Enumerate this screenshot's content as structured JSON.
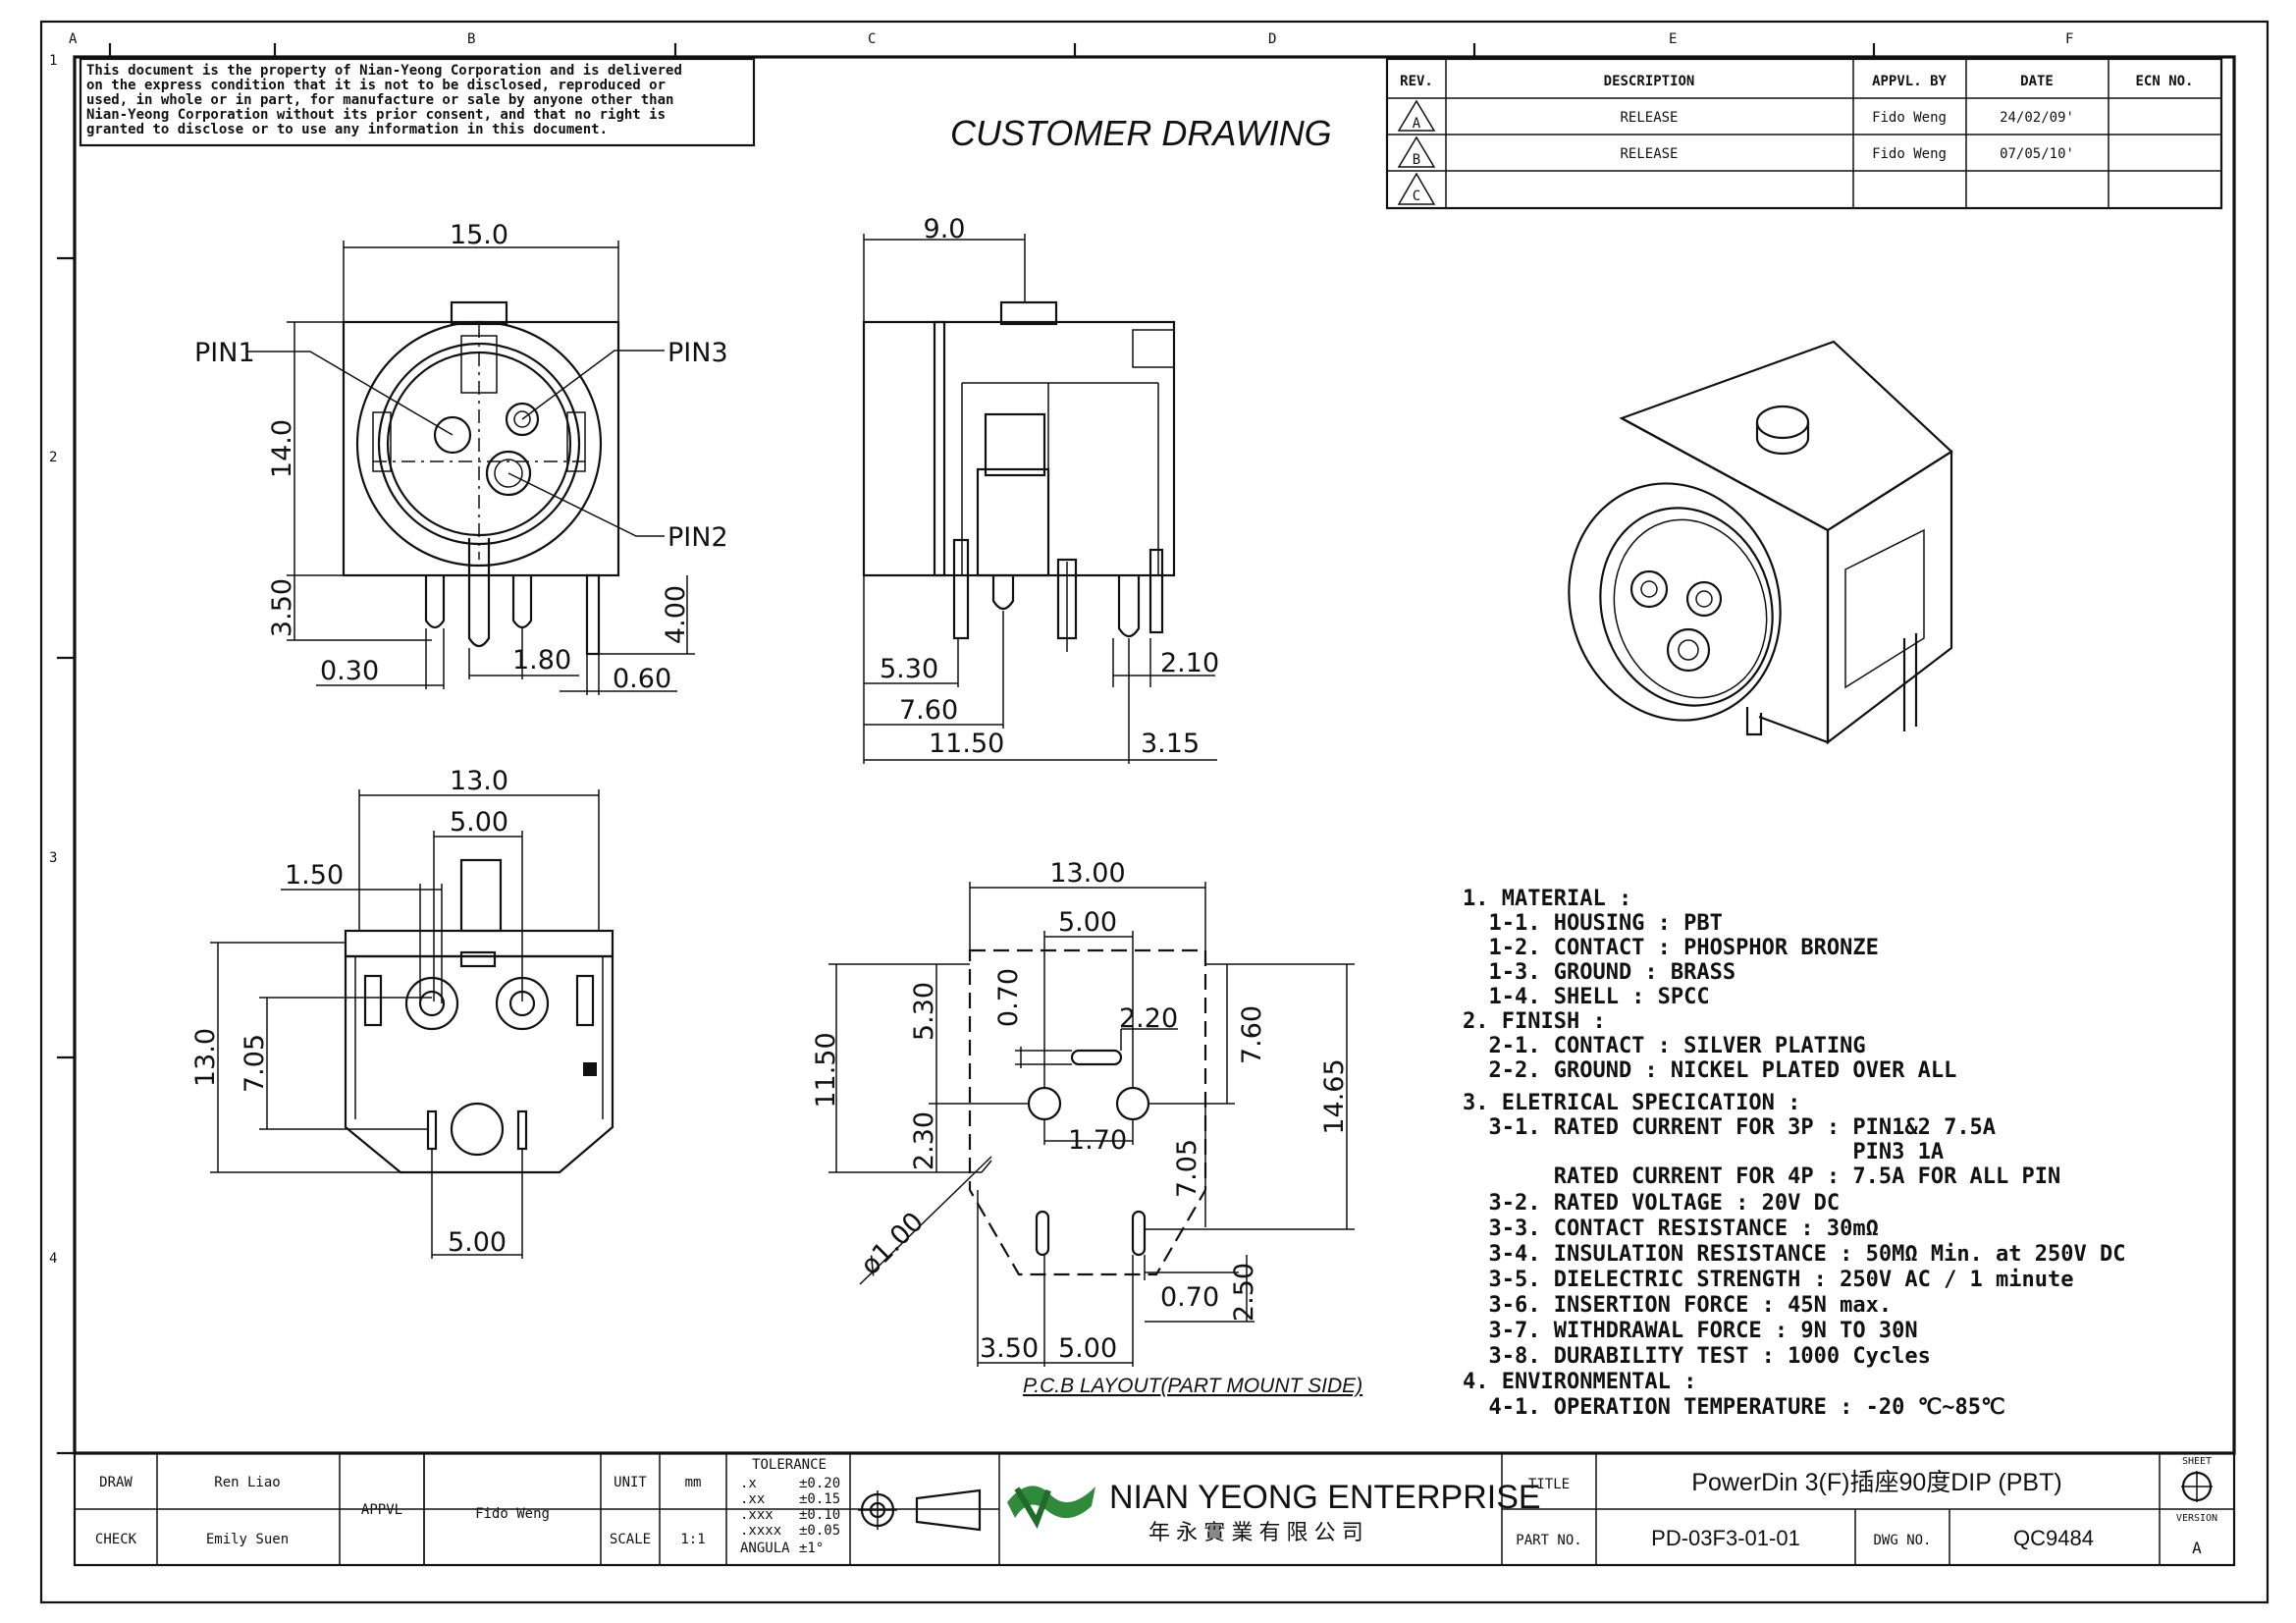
{
  "sheet": {
    "zone_columns": [
      "A",
      "B",
      "C",
      "D",
      "E",
      "F"
    ],
    "zone_rows": [
      "1",
      "2",
      "3",
      "4"
    ]
  },
  "disclaimer": [
    "This document is the property of Nian-Yeong Corporation and is delivered",
    "on  the  express condition that it is not to be disclosed, reproduced or",
    "used, in whole or in part, for manufacture or sale by anyone other than",
    "Nian-Yeong Corporation without  its prior consent, and that  no right  is",
    "granted to disclose or to use any information in this  document."
  ],
  "header_title": "CUSTOMER  DRAWING",
  "revision_table": {
    "headers": [
      "REV.",
      "DESCRIPTION",
      "APPVL. BY",
      "DATE",
      "ECN NO."
    ],
    "rows": [
      {
        "rev": "A",
        "description": "RELEASE",
        "approved_by": "Fido Weng",
        "date": "24/02/09'",
        "ecn": ""
      },
      {
        "rev": "B",
        "description": "RELEASE",
        "approved_by": "Fido Weng",
        "date": "07/05/10'",
        "ecn": ""
      },
      {
        "rev": "C",
        "description": "",
        "approved_by": "",
        "date": "",
        "ecn": ""
      }
    ]
  },
  "front_view": {
    "width": "15.0",
    "height": "14.0",
    "pin_length": "3.50",
    "side_pin_length": "4.00",
    "pin_dia": "0.30",
    "pin_spacing": "1.80",
    "side_pin_width": "0.60",
    "labels": [
      "PIN1",
      "PIN3",
      "PIN2"
    ]
  },
  "side_view": {
    "depth": "9.0",
    "d1": "5.30",
    "d2": "7.60",
    "d3": "11.50",
    "d4": "2.10",
    "d5": "3.15"
  },
  "bottom_view": {
    "width": "13.0",
    "center_span": "5.00",
    "slot": "1.50",
    "height": "13.0",
    "pin_height": "7.05",
    "bottom_span": "5.00"
  },
  "pcb_layout": {
    "width": "13.00",
    "inner": "5.00",
    "h1": "11.50",
    "v1": "5.30",
    "v2": "0.70",
    "slot": "2.20",
    "v3": "7.60",
    "v4": "2.30",
    "h2": "1.70",
    "v5": "7.05",
    "overall": "14.65",
    "hole_dia": "ø1.00",
    "d_070": "0.70",
    "d_250": "2.50",
    "d_350": "3.50",
    "d_500": "5.00",
    "caption": "P.C.B LAYOUT(PART MOUNT SIDE)"
  },
  "notes": [
    "1. MATERIAL :",
    "  1-1. HOUSING : PBT",
    "  1-2. CONTACT : PHOSPHOR BRONZE",
    "  1-3. GROUND : BRASS",
    "  1-4. SHELL : SPCC",
    "2. FINISH :",
    "  2-1. CONTACT : SILVER PLATING",
    "  2-2. GROUND : NICKEL PLATED OVER ALL",
    "3. ELETRICAL SPECICATION :",
    "  3-1. RATED CURRENT FOR 3P : PIN1&2 7.5A",
    "                              PIN3 1A",
    "       RATED CURRENT FOR 4P : 7.5A FOR ALL PIN",
    "  3-2. RATED VOLTAGE : 20V DC",
    "  3-3. CONTACT RESISTANCE : 30mΩ",
    "  3-4. INSULATION RESISTANCE : 50MΩ Min. at 250V DC",
    "  3-5. DIELECTRIC STRENGTH : 250V AC / 1 minute",
    "  3-6. INSERTION FORCE : 45N max.",
    "  3-7. WITHDRAWAL FORCE : 9N TO 30N",
    "  3-8. DURABILITY TEST : 1000 Cycles",
    "4. ENVIRONMENTAL :",
    "  4-1. OPERATION TEMPERATURE : -20 ℃~85℃"
  ],
  "title_block": {
    "draw_label": "DRAW",
    "draw_name": "Ren Liao",
    "check_label": "CHECK",
    "check_name": "Emily Suen",
    "appvl_label": "APPVL",
    "appvl_name": "Fido Weng",
    "unit_label": "UNIT",
    "unit_value": "mm",
    "scale_label": "SCALE",
    "scale_value": "1:1",
    "tolerance_title": "TOLERANCE",
    "tolerances": [
      {
        "k": ".x",
        "v": "±0.20"
      },
      {
        "k": ".xx",
        "v": "±0.15"
      },
      {
        "k": ".xxx",
        "v": "±0.10"
      },
      {
        "k": ".xxxx",
        "v": "±0.05"
      },
      {
        "k": "ANGULA",
        "v": "±1°"
      }
    ],
    "company": "NIAN YEONG ENTERPRISE",
    "company_cn": "年 永 實 業 有 限 公 司",
    "title_label": "TITLE",
    "title_value": "PowerDin  3(F)插座90度DIP  (PBT)",
    "part_label": "PART NO.",
    "part_value": "PD-03F3-01-01",
    "dwg_label": "DWG NO.",
    "dwg_value": "QC9484",
    "sheet_label": "SHEET",
    "version_label": "VERSION",
    "version_value": "A"
  }
}
